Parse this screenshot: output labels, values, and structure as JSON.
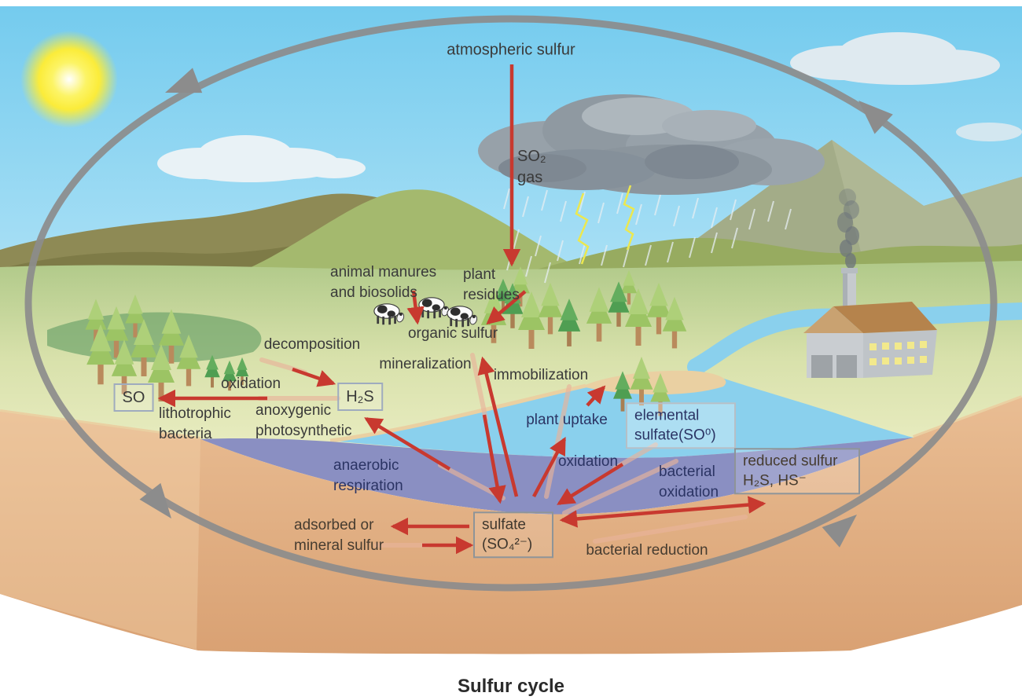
{
  "caption": "Sulfur cycle",
  "labels": {
    "atmospheric_sulfur": "atmospheric sulfur",
    "so2_gas": "SO₂ gas",
    "animal_manures": "animal manures and biosolids",
    "plant_residues": "plant residues",
    "organic_sulfur": "organic sulfur",
    "decomposition": "decomposition",
    "oxidation_left": "oxidation",
    "lithotrophic_bacteria": "lithotrophic bacteria",
    "anoxygenic_photosynthetic": "anoxygenic photosynthetic",
    "mineralization": "mineralization",
    "immobilization": "immobilization",
    "plant_uptake": "plant uptake",
    "oxidation_mid": "oxidation",
    "bacterial_oxidation": "bacterial oxidation",
    "anaerobic_respiration": "anaerobic respiration",
    "adsorbed_mineral_sulfur": "adsorbed or mineral sulfur",
    "bacterial_reduction": "bacterial reduction"
  },
  "boxes": {
    "so": "SO",
    "h2s": "H₂S",
    "elemental_sulfate": "elemental sulfate(SO⁰)",
    "reduced_sulfur": "reduced sulfur H₂S, HS⁻",
    "sulfate": "sulfate (SO₄²⁻)"
  },
  "colors": {
    "sky": "#7fcdee",
    "sun": "#ffec40",
    "water": "#8ad0ed",
    "deep_water": "#8a8fc2",
    "soil": "#e2b088",
    "vegetation": "#a4b96e",
    "arrow_red": "#c8392f",
    "cycle_gray": "#8c8c8c",
    "label_dark": "#3a3a3a",
    "label_navy": "#2b3464"
  }
}
